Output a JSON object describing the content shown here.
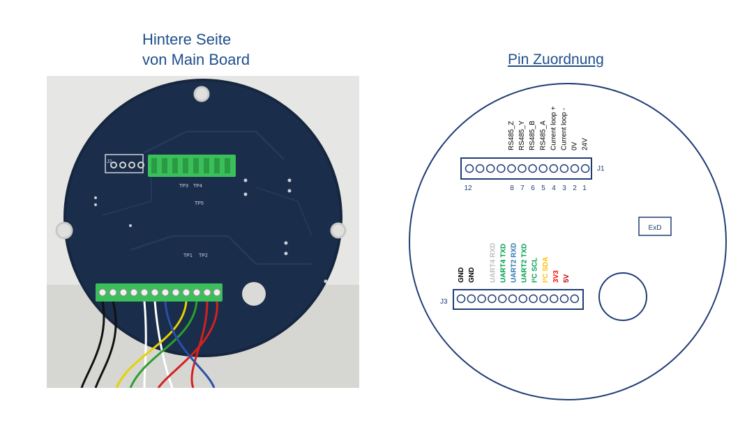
{
  "photo": {
    "title_line1": "Hintere Seite",
    "title_line2": "von Main Board",
    "silkscreen": {
      "header_label": "J2",
      "tp_labels": [
        "TP3",
        "TP4",
        "TP1",
        "TP2",
        "TP5"
      ]
    }
  },
  "diagram": {
    "title": "Pin Zuordnung",
    "logo_label": "ExD",
    "j1": {
      "label": "J1",
      "pin_count": 12,
      "pin_numbers": [
        "12",
        "8",
        "7",
        "6",
        "5",
        "4",
        "3",
        "2",
        "1"
      ],
      "signals": [
        "RS485_Z",
        "RS485_Y",
        "RS485_B",
        "RS485_A",
        "Current loop +",
        "Current loop -",
        "0V",
        "24V"
      ]
    },
    "j3": {
      "label": "J3",
      "pin_count": 12,
      "signals": [
        {
          "text": "GND",
          "color": "#000000"
        },
        {
          "text": "GND",
          "color": "#000000"
        },
        {
          "text": "",
          "color": "#000000"
        },
        {
          "text": "UART4 RXD",
          "color": "#bfbfbf"
        },
        {
          "text": "UART4 TXD",
          "color": "#00a050"
        },
        {
          "text": "UART2 RXD",
          "color": "#2e75b6"
        },
        {
          "text": "UART2 TXD",
          "color": "#00a050"
        },
        {
          "text": "I²C SCL",
          "color": "#00a050"
        },
        {
          "text": "I²C SDA",
          "color": "#ffc000"
        },
        {
          "text": "3V3",
          "color": "#ff0000"
        },
        {
          "text": "5V",
          "color": "#c00000"
        }
      ]
    }
  }
}
